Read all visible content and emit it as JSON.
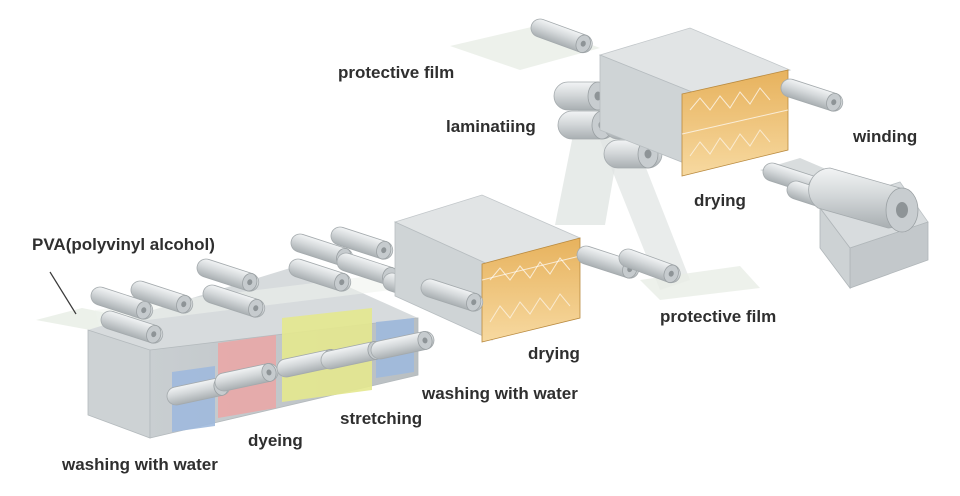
{
  "labels": {
    "pva": "PVA(polyvinyl alcohol)",
    "washing_1": "washing with water",
    "dyeing": "dyeing",
    "stretching": "stretching",
    "washing_2": "washing with water",
    "drying_1": "drying",
    "protective_film_bottom": "protective film",
    "protective_film_top": "protective film",
    "laminating": "laminatiing",
    "drying_2": "drying",
    "winding": "winding"
  },
  "colors": {
    "machine_body": "#d2d6d8",
    "machine_dark": "#a7adb0",
    "roller": "#cfd3d5",
    "bath_washing": "#9fb9dd",
    "bath_dyeing": "#e9a7a7",
    "bath_stretching": "#e4e88e",
    "dryer_heat": "#f2c274",
    "film": "#e7ece6",
    "label_text": "#2f2f2f"
  }
}
